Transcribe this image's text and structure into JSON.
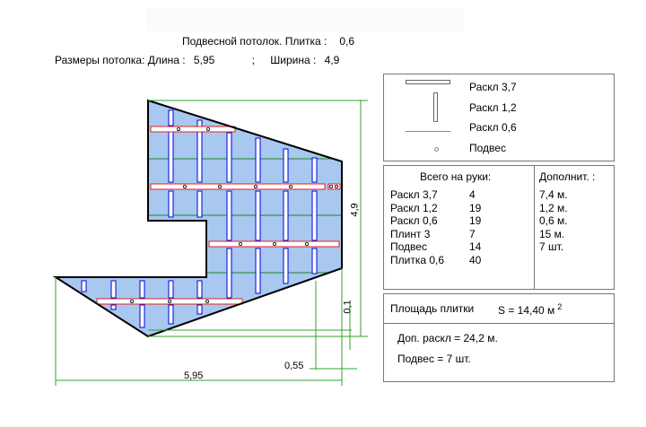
{
  "header": {
    "title": "Подвесной  потолок.  Плитка :",
    "tile": "0,6",
    "dims_label": "Размеры  потолка:  Длина :",
    "length": "5,95",
    "sep": ";",
    "width_label": "Ширина :",
    "width": "4,9"
  },
  "legend": {
    "items": [
      "Раскл 3,7",
      "Раскл 1,2",
      "Раскл 0,6",
      "Подвес"
    ]
  },
  "totals": {
    "title": "Всего на руки:",
    "extra_title": "Дополнит. :",
    "rows": [
      {
        "name": "Раскл 3,7",
        "qty": "4",
        "extra": "7,4  м."
      },
      {
        "name": "Раскл 1,2",
        "qty": "19",
        "extra": "1,2  м."
      },
      {
        "name": "Раскл 0,6",
        "qty": "19",
        "extra": "0,6  м."
      },
      {
        "name": "Плинт 3",
        "qty": "7",
        "extra": "15  м."
      },
      {
        "name": "Подвес",
        "qty": "14",
        "extra": "7  шт."
      },
      {
        "name": "Плитка 0,6",
        "qty": "40",
        "extra": ""
      }
    ]
  },
  "area": {
    "label": "Площадь плитки",
    "value": "S = 14,40 м",
    "sup": "2",
    "extra_rail": "Доп. раскл =  24,2 м.",
    "extra_hangers": "Подвес =  7 шт."
  },
  "dimensions": {
    "width": "4,9",
    "offset": "0,1",
    "inset": "0,55",
    "length": "5,95"
  },
  "colors": {
    "fill": "#a8c8f0",
    "rail37": "#e02020",
    "rail12": "#0000e0",
    "rail06": "#208020",
    "dim": "#30a030"
  }
}
